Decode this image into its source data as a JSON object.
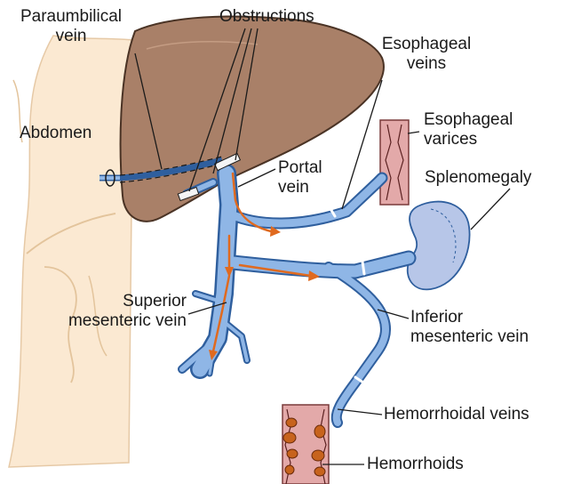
{
  "labels": {
    "paraumbilical": [
      "Paraumbilical",
      "vein"
    ],
    "obstructions": "Obstructions",
    "esophageal_veins": [
      "Esophageal",
      "veins"
    ],
    "abdomen": "Abdomen",
    "esophageal_varices": [
      "Esophageal",
      "varices"
    ],
    "portal_vein": [
      "Portal",
      "vein"
    ],
    "splenomegaly": "Splenomegaly",
    "superior_mesenteric": [
      "Superior",
      "mesenteric vein"
    ],
    "inferior_mesenteric": [
      "Inferior",
      "mesenteric vein"
    ],
    "hemorrhoidal_veins": "Hemorrhoidal veins",
    "hemorrhoids": "Hemorrhoids"
  },
  "colors": {
    "liver": "#a98068",
    "vein": "#8fb6e6",
    "vein_outline": "#2f5f9e",
    "flow_arrow": "#e06a1f",
    "spleen": "#b7c6e8",
    "esophagus": "#e3a9a9",
    "skin": "#fbe9d2"
  }
}
